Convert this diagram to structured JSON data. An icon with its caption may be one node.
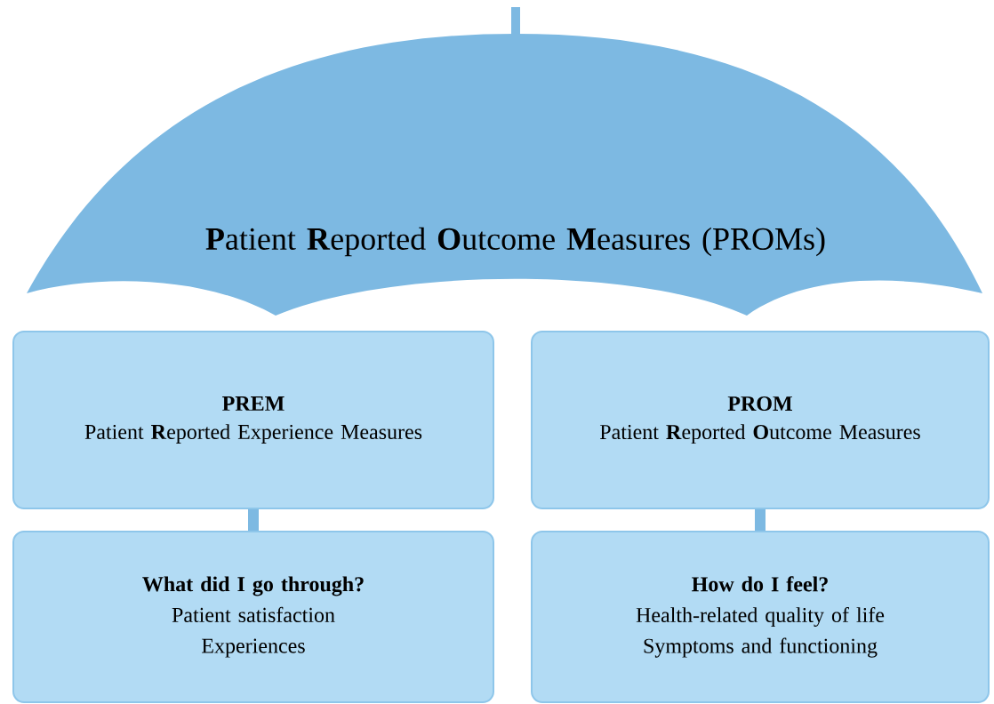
{
  "diagram": {
    "nodes": [
      {
        "text": [
          "**P**atient **R**eported **O**utcome **M**easures (PROMs)"
        ]
      },
      {
        "text": [
          "PREM",
          "Patient **R**eported Experience Measures"
        ]
      },
      {
        "text": [
          "PROM",
          "Patient **R**eported **O**utcome Measures"
        ]
      },
      {
        "text": [
          "What did I go through?",
          "Patient satisfaction",
          "Experiences"
        ]
      },
      {
        "text": [
          "How do I feel?",
          "Health-related quality of life",
          "Symptoms and functioning"
        ]
      }
    ],
    "edges": [
      {
        "from": 1,
        "to": 3,
        "arrow": "none"
      },
      {
        "from": 2,
        "to": 4,
        "arrow": "none"
      }
    ]
  }
}
